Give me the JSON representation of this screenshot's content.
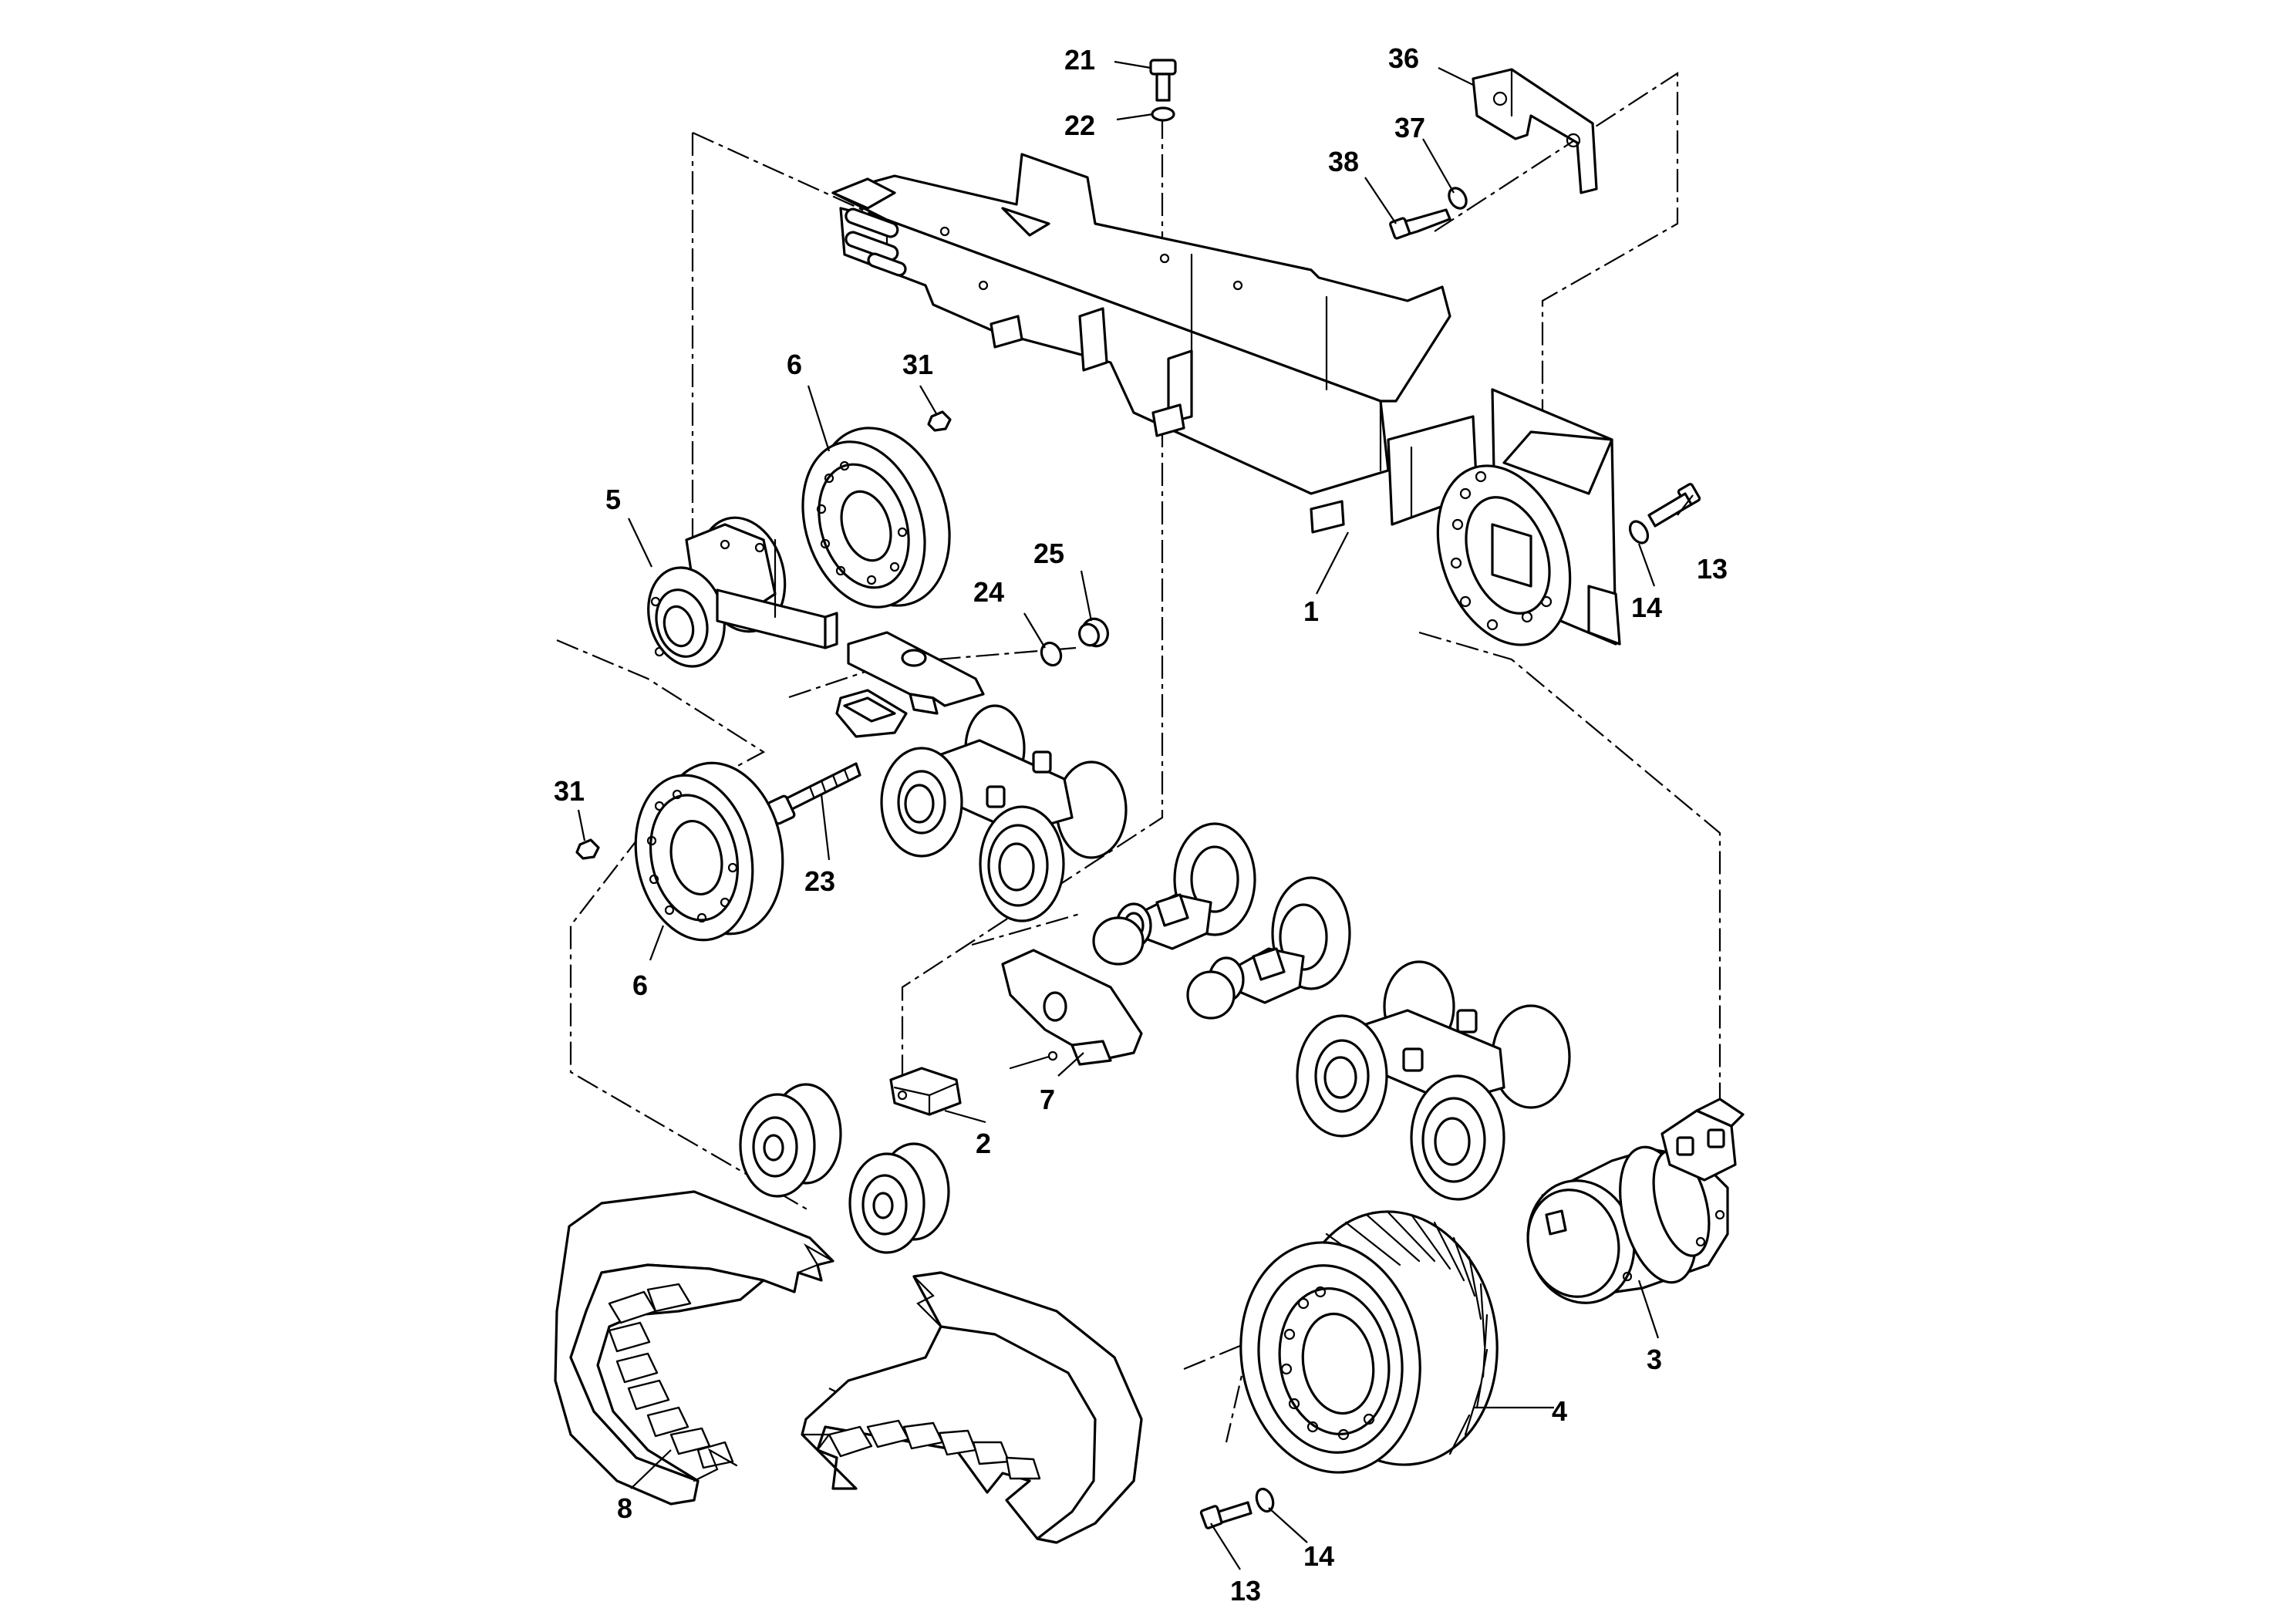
{
  "diagram": {
    "callouts": [
      {
        "id": "c21",
        "text": "21",
        "part": "bolt-top"
      },
      {
        "id": "c22",
        "text": "22",
        "part": "washer-top"
      },
      {
        "id": "c36",
        "text": "36",
        "part": "bracket"
      },
      {
        "id": "c37",
        "text": "37",
        "part": "washer-bracket"
      },
      {
        "id": "c38",
        "text": "38",
        "part": "bolt-bracket"
      },
      {
        "id": "c6a",
        "text": "6",
        "part": "idler-wheel-rear"
      },
      {
        "id": "c31a",
        "text": "31",
        "part": "nut-rear"
      },
      {
        "id": "c5",
        "text": "5",
        "part": "idler-hub"
      },
      {
        "id": "c1",
        "text": "1",
        "part": "track-frame"
      },
      {
        "id": "c13a",
        "text": "13",
        "part": "bolt-drive-mount"
      },
      {
        "id": "c14a",
        "text": "14",
        "part": "washer-drive-mount"
      },
      {
        "id": "c24",
        "text": "24",
        "part": "washer-bogie"
      },
      {
        "id": "c25",
        "text": "25",
        "part": "nut-bogie"
      },
      {
        "id": "c31b",
        "text": "31",
        "part": "nut-front"
      },
      {
        "id": "c23",
        "text": "23",
        "part": "bogie-bolt"
      },
      {
        "id": "c6b",
        "text": "6",
        "part": "idler-wheel-front"
      },
      {
        "id": "c2",
        "text": "2",
        "part": "tensioner-block"
      },
      {
        "id": "c7",
        "text": "7",
        "part": "tensioner-arm"
      },
      {
        "id": "c3",
        "text": "3",
        "part": "drive-motor"
      },
      {
        "id": "c4",
        "text": "4",
        "part": "drive-sprocket-wheel"
      },
      {
        "id": "c8",
        "text": "8",
        "part": "rubber-track"
      },
      {
        "id": "c13b",
        "text": "13",
        "part": "bolt-wheel"
      },
      {
        "id": "c14b",
        "text": "14",
        "part": "washer-wheel"
      }
    ]
  }
}
